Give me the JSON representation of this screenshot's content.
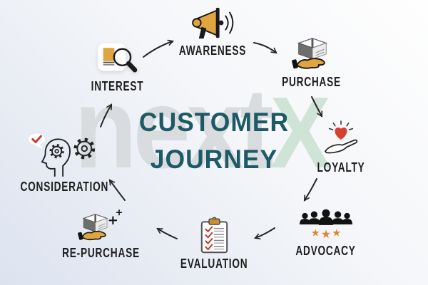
{
  "title": {
    "line1": "CUSTOMER",
    "line2": "JOURNEY"
  },
  "watermark": {
    "gray": "next",
    "green": "X"
  },
  "stages": [
    {
      "id": "awareness",
      "label": "AWARENESS",
      "icon": "megaphone-icon"
    },
    {
      "id": "purchase",
      "label": "PURCHASE",
      "icon": "hand-holding-box-icon"
    },
    {
      "id": "loyalty",
      "label": "LOYALTY",
      "icon": "heart-on-hand-icon"
    },
    {
      "id": "advocacy",
      "label": "ADVOCACY",
      "icon": "people-with-stars-icon"
    },
    {
      "id": "evaluation",
      "label": "EVALUATION",
      "icon": "checklist-clipboard-icon"
    },
    {
      "id": "re_purchase",
      "label": "RE-PURCHASE",
      "icon": "hand-holding-box-plus-icon"
    },
    {
      "id": "consideration",
      "label": "CONSIDERATION",
      "icon": "head-with-gears-icon"
    },
    {
      "id": "interest",
      "label": "INTEREST",
      "icon": "document-magnifier-icon"
    }
  ],
  "flow_arrows": [
    "interest-to-awareness",
    "awareness-to-purchase",
    "purchase-to-loyalty",
    "loyalty-to-advocacy",
    "advocacy-to-evaluation",
    "evaluation-to-re-purchase",
    "re-purchase-to-consideration",
    "consideration-to-interest"
  ],
  "colors": {
    "title_teal": "#1d5a66",
    "accent_gold": "#e0a53e",
    "clip_gold": "#c9922e",
    "heart_red": "#d6402f",
    "star_orange": "#e0862f",
    "ink_black": "#1a1a1a",
    "box_gray_dark": "#6e6e6e",
    "box_gray_light": "#ececec",
    "watermark_gray": "#d9dcdf",
    "watermark_green": "#cfe3d7",
    "background_light": "#fefefe",
    "background_blue": "#dce3f0"
  }
}
